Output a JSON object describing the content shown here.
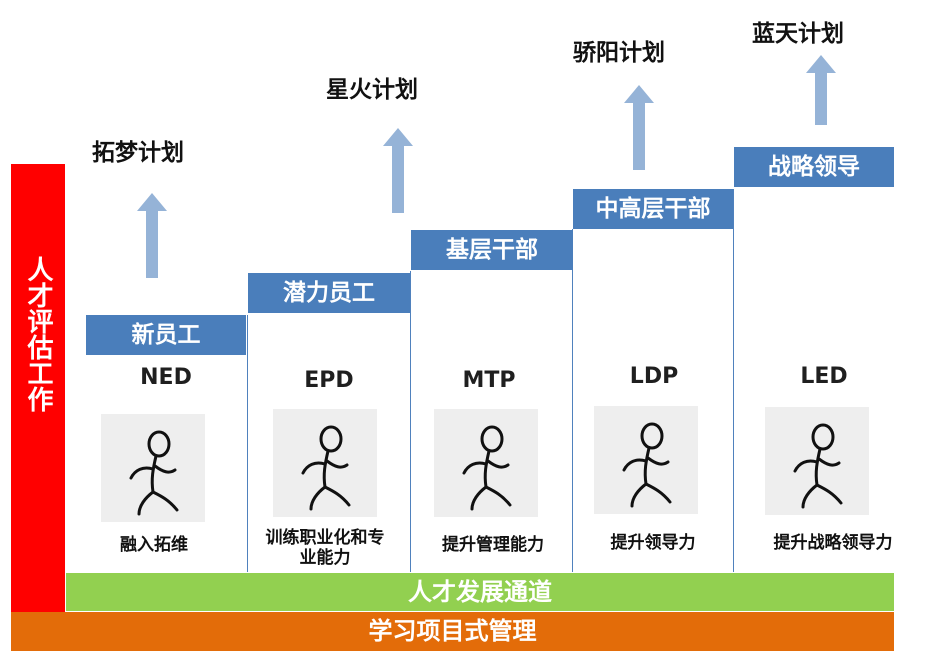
{
  "side_label": "人才评估工作",
  "bottom_band_green": "人才发展通道",
  "bottom_band_orange": "学习项目式管理",
  "steps": [
    {
      "label": "新员工",
      "code": "NED",
      "plan": "拓梦计划",
      "caption": "融入拓维"
    },
    {
      "label": "潜力员工",
      "code": "EPD",
      "plan": "星火计划",
      "caption": "训练职业化和专业能力"
    },
    {
      "label": "基层干部",
      "code": "MTP",
      "plan": "",
      "caption": "提升管理能力"
    },
    {
      "label": "中高层干部",
      "code": "LDP",
      "plan": "骄阳计划",
      "caption": "提升领导力"
    },
    {
      "label": "战略领导",
      "code": "LED",
      "plan": "蓝天计划",
      "caption": "提升战略领导力"
    }
  ],
  "colors": {
    "side_bar": "#ff0000",
    "step_label": "#4a7ebb",
    "arrow": "#95b3d7",
    "green_band": "#92d050",
    "orange_band": "#e36c09"
  }
}
